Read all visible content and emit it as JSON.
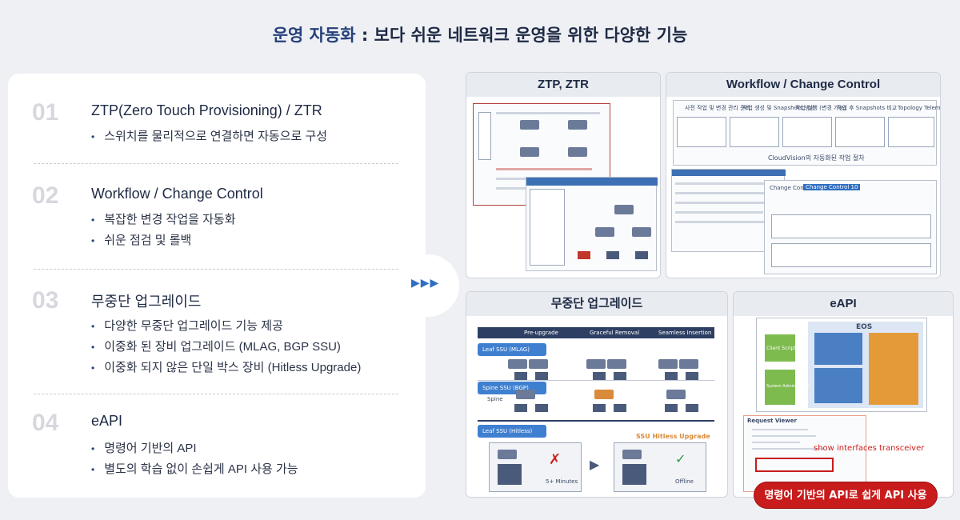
{
  "title": {
    "lead": "운영 자동화",
    "rest": " : 보다 쉬운 네트워크 운영을 위한 다양한 기능"
  },
  "features": [
    {
      "num": "01",
      "title": "ZTP(Zero Touch Provisioning) / ZTR",
      "bullets": [
        "스위치를 물리적으로 연결하면 자동으로 구성"
      ]
    },
    {
      "num": "02",
      "title": "Workflow  / Change Control",
      "bullets": [
        "복잡한 변경 작업을 자동화",
        "쉬운 점검 및 롤백"
      ]
    },
    {
      "num": "03",
      "title": "무중단 업그레이드",
      "bullets": [
        "다양한 무중단 업그레이드 기능 제공",
        "이중화 된 장비 업그레이드 (MLAG, BGP SSU)",
        "이중화 되지 않은 단일 박스 장비 (Hitless Upgrade)"
      ]
    },
    {
      "num": "04",
      "title": "eAPI",
      "bullets": [
        "명령어 기반의 API",
        "별도의 학습 없이 손쉽게 API 사용 가능"
      ]
    }
  ],
  "connector_arrows": "▶▶▶",
  "cards": {
    "ztp": {
      "title": "ZTP, ZTR"
    },
    "workflow": {
      "title": "Workflow / Change Control",
      "caption": "CloudVision의 자동화된 작업 절차",
      "steps": [
        "사전 작업 및\n변경 관리 준비",
        "작업 생성 및\nSnapshots 생성",
        "작업 실행\n(변경 가능)",
        "작업 후 Snapshots 비교",
        "Topology\nTelemetry 모니터링"
      ],
      "change_control_label": "Change Control",
      "change_control_tab": "Change Control 10"
    },
    "upgrade": {
      "title": "무중단 업그레이드",
      "columns": [
        "Pre-upgrade",
        "Graceful Removal",
        "Seamless Insertion"
      ],
      "bands": [
        "Leaf SSU (MLAG)",
        "Spine SSU (BGP)",
        "Leaf SSU (Hitless)"
      ],
      "spine_label": "Spine",
      "hitless_title": "SSU Hitless Upgrade",
      "before_label": "5+ Minutes",
      "after_label": "Offline"
    },
    "eapi": {
      "title": "eAPI",
      "eos_label": "EOS",
      "client_label": "Client Script",
      "admin_label": "System Administrator",
      "request_viewer": "Request Viewer",
      "command_highlight": "show interfaces transceiver",
      "callout": "명령어 기반의 API로 쉽게 API 사용"
    }
  },
  "colors": {
    "accent": "#26407a",
    "red": "#c81c1c",
    "band_blue": "#3f7fd0"
  }
}
